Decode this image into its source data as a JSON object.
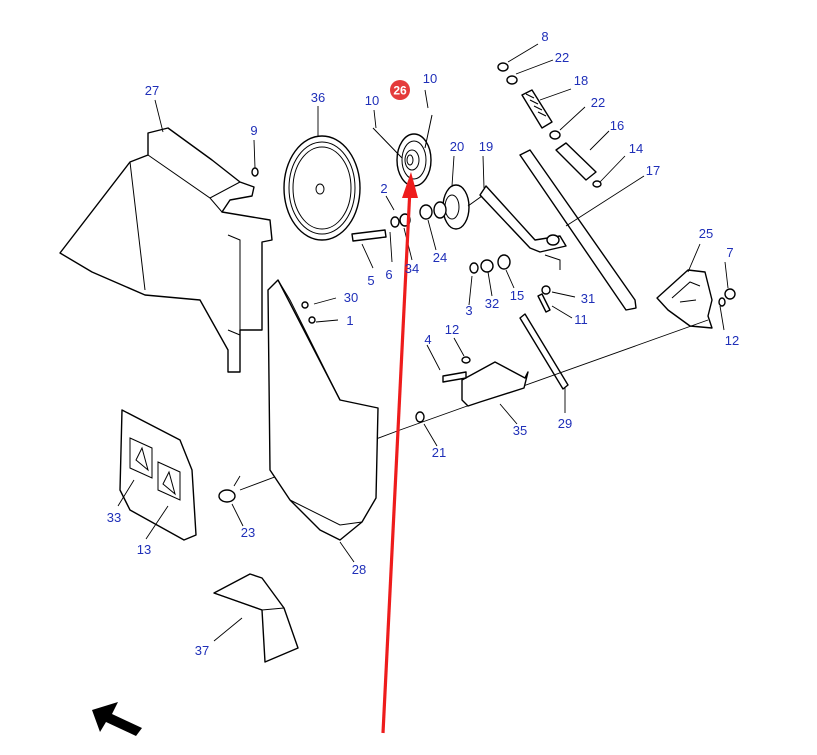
{
  "diagram": {
    "highlight": {
      "label": "26",
      "color": "#e43b3b"
    },
    "arrow_color": "#ee1c1c",
    "label_color": "#1f2fb8",
    "labels": [
      "27",
      "36",
      "10",
      "26",
      "10",
      "8",
      "22",
      "18",
      "22",
      "16",
      "14",
      "17",
      "9",
      "20",
      "19",
      "2",
      "25",
      "7",
      "5",
      "6",
      "34",
      "24",
      "30",
      "1",
      "3",
      "32",
      "15",
      "31",
      "11",
      "12",
      "4",
      "12",
      "29",
      "35",
      "21",
      "33",
      "13",
      "23",
      "28",
      "37"
    ]
  }
}
